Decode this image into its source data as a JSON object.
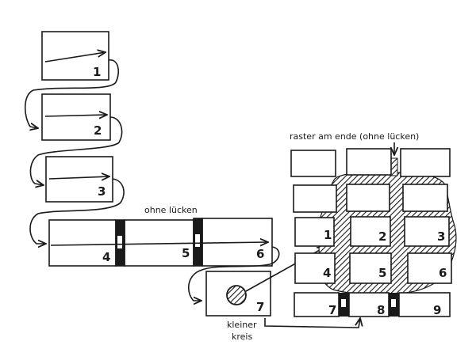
{
  "labels": {
    "ohne_luecken": "ohne lücken",
    "raster": "raster am ende (ohne lücken)",
    "kleiner": "kleiner",
    "kreis": "kreis"
  },
  "left_numbers": [
    "1",
    "2",
    "3",
    "4",
    "5",
    "6",
    "7"
  ],
  "grid_numbers": [
    "1",
    "2",
    "3",
    "4",
    "5",
    "6",
    "7",
    "8",
    "9"
  ]
}
